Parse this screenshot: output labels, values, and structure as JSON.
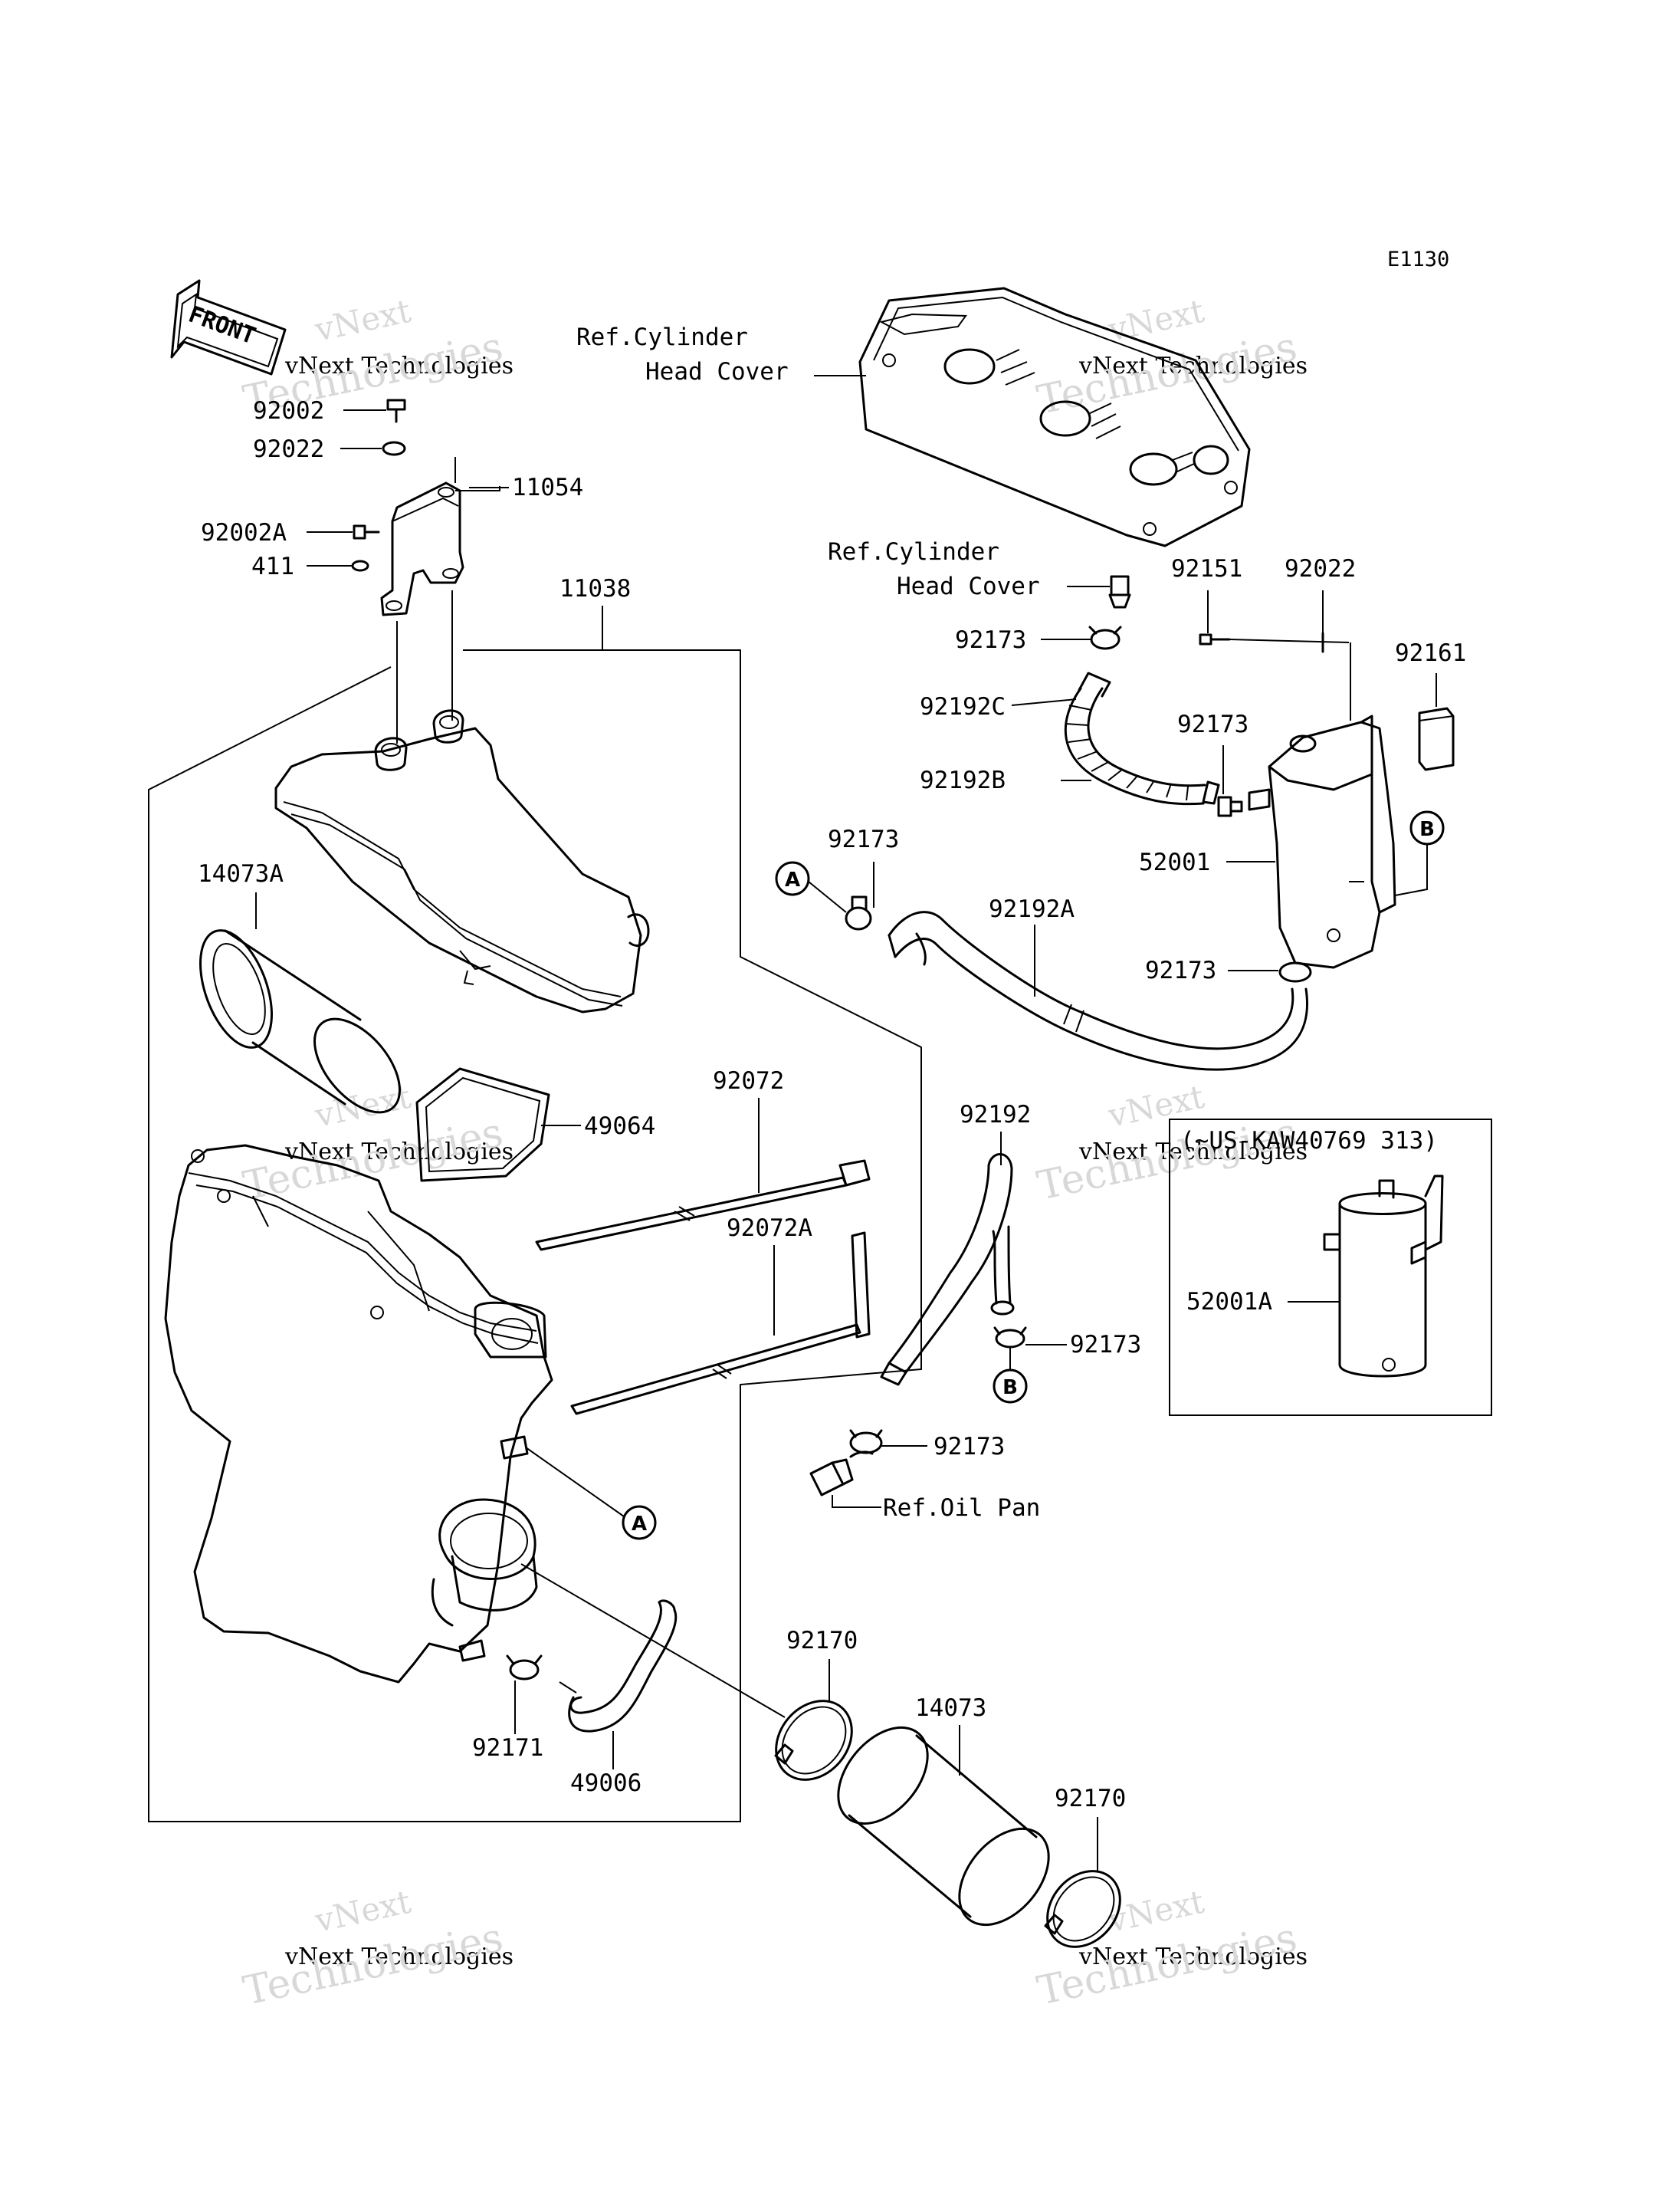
{
  "diagram_code": "E1130",
  "front_label": "FRONT",
  "watermark": {
    "line1": "vNext",
    "line2": "vNext Technologies",
    "line3": "Technologies"
  },
  "refs": {
    "cyl_cover_1a": "Ref.Cylinder",
    "cyl_cover_1b": "Head Cover",
    "cyl_cover_2a": "Ref.Cylinder",
    "cyl_cover_2b": "Head Cover",
    "oil_pan": "Ref.Oil Pan"
  },
  "parts": {
    "p92002": "92002",
    "p92022": "92022",
    "p11054": "11054",
    "p92002A": "92002A",
    "p411": "411",
    "p11038": "11038",
    "p14073A": "14073A",
    "p49064": "49064",
    "p92072": "92072",
    "p92072A": "92072A",
    "p92171": "92171",
    "p49006": "49006",
    "p92170a": "92170",
    "p14073": "14073",
    "p92170b": "92170",
    "p92151": "92151",
    "p92022b": "92022",
    "p92161": "92161",
    "p92173a": "92173",
    "p92192C": "92192C",
    "p92173b": "92173",
    "p92192B": "92192B",
    "p92173c": "92173",
    "p52001": "52001",
    "p92192A": "92192A",
    "p92173d": "92173",
    "p92192": "92192",
    "p92173e": "92173",
    "p92173f": "92173",
    "p52001A": "52001A"
  },
  "variant_box": {
    "title": "(~US-KAW40769 313)"
  },
  "callouts": {
    "a": "A",
    "b": "B"
  }
}
